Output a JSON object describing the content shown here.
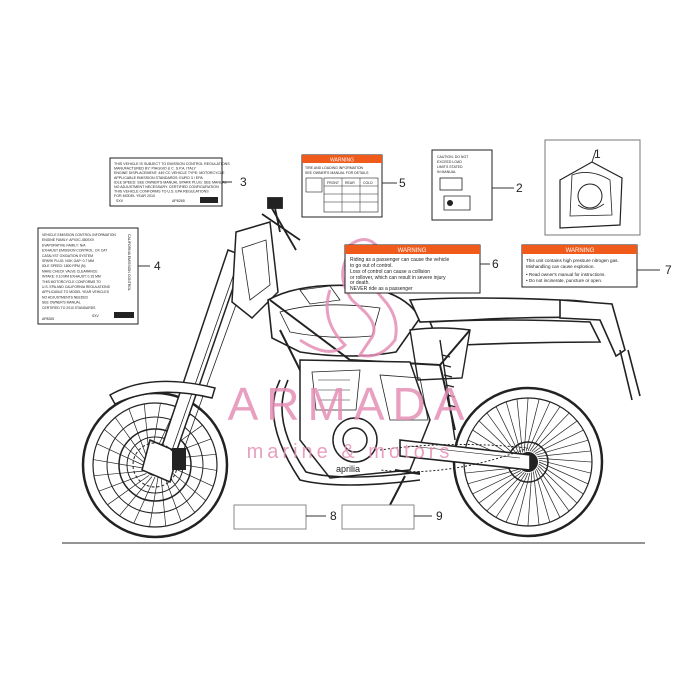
{
  "callouts": [
    "1",
    "2",
    "3",
    "4",
    "5",
    "6",
    "7",
    "8",
    "9"
  ],
  "watermark": {
    "word": "ARMADA",
    "sub": "marine & motors",
    "color": "#e58fb6"
  },
  "brand_on_tank": "aprilia",
  "label3": {
    "lines": [
      "THIS VEHICLE IS SUBJECT TO EMISSION CONTROL REGULATIONS",
      "MANUFACTURED BY: PIAGGIO & C. S.P.A. ITALY",
      "ENGINE DISPLACEMENT: 449 CC  VEHICLE TYPE: MOTORCYCLE",
      "APPLICABLE EMISSION STANDARDS: EURO 3 / EPA",
      "IDLE SPEED: SEE OWNER'S MANUAL  SPARK PLUG: SEE MANUAL",
      "NO ADJUSTMENT NECESSARY. CERTIFIED CONFIGURATION",
      "THIS VEHICLE CONFORMS TO U.S. EPA REGULATIONS",
      "FOR MODEL YEAR 2010"
    ],
    "code": "AP8265",
    "tag": "SXV"
  },
  "label4": {
    "lines": [
      "VEHICLE EMISSION CONTROL INFORMATION",
      "ENGINE FAMILY: APXXC.450SXV",
      "EVAPORATIVE FAMILY: N/A",
      "EXHAUST EMISSION CONTROL: OX CAT",
      "CATALYST OXIDATION SYSTEM",
      "SPARK PLUG: NGK  GAP: 0.7 MM",
      "IDLE SPEED: 1800 RPM  (N)",
      "MAKE CHECK VALVE CLEARANCE",
      "INTAKE: 0.10 MM  EXHAUST: 0.15 MM",
      "THIS MOTORCYCLE CONFORMS TO",
      "U.S. EPA AND CALIFORNIA REGULATIONS",
      "APPLICABLE TO MODEL YEAR VEHICLES",
      "NO ADJUSTMENTS NEEDED",
      "SEE OWNER'S MANUAL",
      "CERTIFIED TO 2010 STANDARDS"
    ],
    "side": "CALIFORNIA EMISSION CONTROL",
    "code": "SXV",
    "code2": "AP8265"
  },
  "label5": {
    "header": "WARNING",
    "lines": [
      "TIRE AND LOADING INFORMATION",
      "SEE OWNER'S MANUAL FOR DETAILS"
    ],
    "table_head": [
      "FRONT",
      "REAR",
      "COLD"
    ],
    "table_rows": [
      [
        "",
        "",
        ""
      ],
      [
        "",
        "",
        ""
      ],
      [
        "",
        "",
        ""
      ]
    ]
  },
  "label2": {
    "lines": [
      "CAUTION: DO NOT",
      "EXCEED LOAD",
      "LIMITS STATED",
      "IN MANUAL"
    ]
  },
  "label6": {
    "header": "WARNING",
    "lines": [
      "Riding as a passenger can cause the vehicle",
      "to go out of control.",
      "Loss of control can cause a collision",
      "or rollover, which can result in severe injury",
      "or death.",
      "NEVER ride as a passenger"
    ]
  },
  "label7": {
    "header": "WARNING",
    "lines": [
      "This unit contains high pressure nitrogen gas.",
      "Mishandling can cause explosion.",
      "• Read owner's manual for instructions.",
      "• Do not incinerate, puncture or open."
    ]
  },
  "colors": {
    "line": "#222222",
    "warning": "#f05a1a",
    "box": "#555555"
  }
}
